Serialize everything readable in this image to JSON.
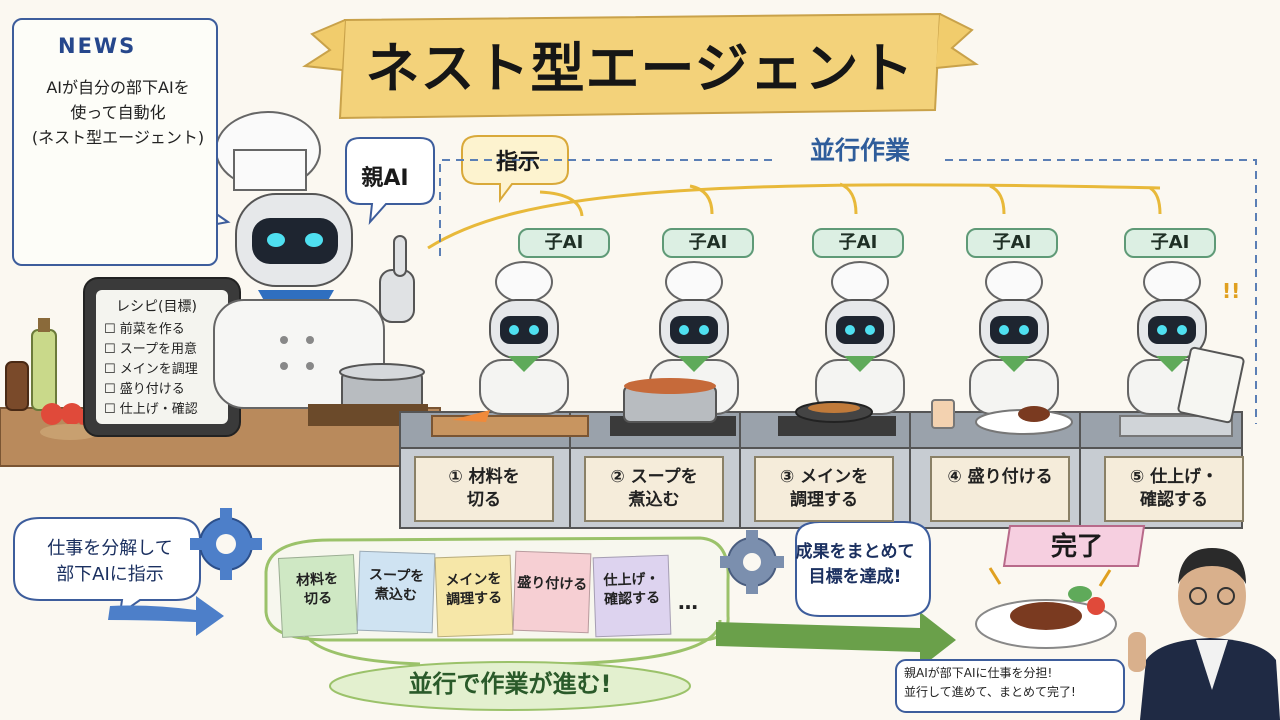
{
  "title": "ネスト型エージェント",
  "news": {
    "heading": "NEWS",
    "lines": [
      "AIが自分の部下AIを",
      "使って自動化",
      "(ネスト型エージェント)"
    ]
  },
  "parent_label": "親AI",
  "instruction_label": "指示",
  "parallel_label": "並行作業",
  "recipe": {
    "title": "レシピ(目標)",
    "items": [
      "前菜を作る",
      "スープを用意",
      "メインを調理",
      "盛り付ける",
      "仕上げ・確認"
    ]
  },
  "child_label": "子AI",
  "steps": [
    {
      "num": "①",
      "line1": "材料を",
      "line2": "切る"
    },
    {
      "num": "②",
      "line1": "スープを",
      "line2": "煮込む"
    },
    {
      "num": "③",
      "line1": "メインを",
      "line2": "調理する"
    },
    {
      "num": "④",
      "line1": "盛り付ける",
      "line2": ""
    },
    {
      "num": "⑤",
      "line1": "仕上げ・",
      "line2": "確認する"
    }
  ],
  "decompose": {
    "line1": "仕事を分解して",
    "line2": "部下AIに指示"
  },
  "notes": [
    {
      "line1": "材料を",
      "line2": "切る",
      "color": "#cfe8c4"
    },
    {
      "line1": "スープを",
      "line2": "煮込む",
      "color": "#cfe3f2"
    },
    {
      "line1": "メインを",
      "line2": "調理する",
      "color": "#f6e7a8"
    },
    {
      "line1": "盛り付ける",
      "line2": "",
      "color": "#f6cfd3"
    },
    {
      "line1": "仕上げ・",
      "line2": "確認する",
      "color": "#ddd3ef"
    }
  ],
  "ellipsis": "…",
  "progress_label": "並行で作業が進む!",
  "result": {
    "line1": "成果をまとめて",
    "line2": "目標を達成!"
  },
  "done_label": "完了",
  "summary": {
    "line1": "親AIが部下AIに仕事を分担!",
    "line2": "並行して進めて、まとめて完了!"
  },
  "colors": {
    "banner": "#f3d27a",
    "accent_blue": "#2f5d9b",
    "instruction_line": "#e8b93a",
    "green_arrow": "#6aa04a",
    "blue_arrow": "#4d7fc9"
  }
}
